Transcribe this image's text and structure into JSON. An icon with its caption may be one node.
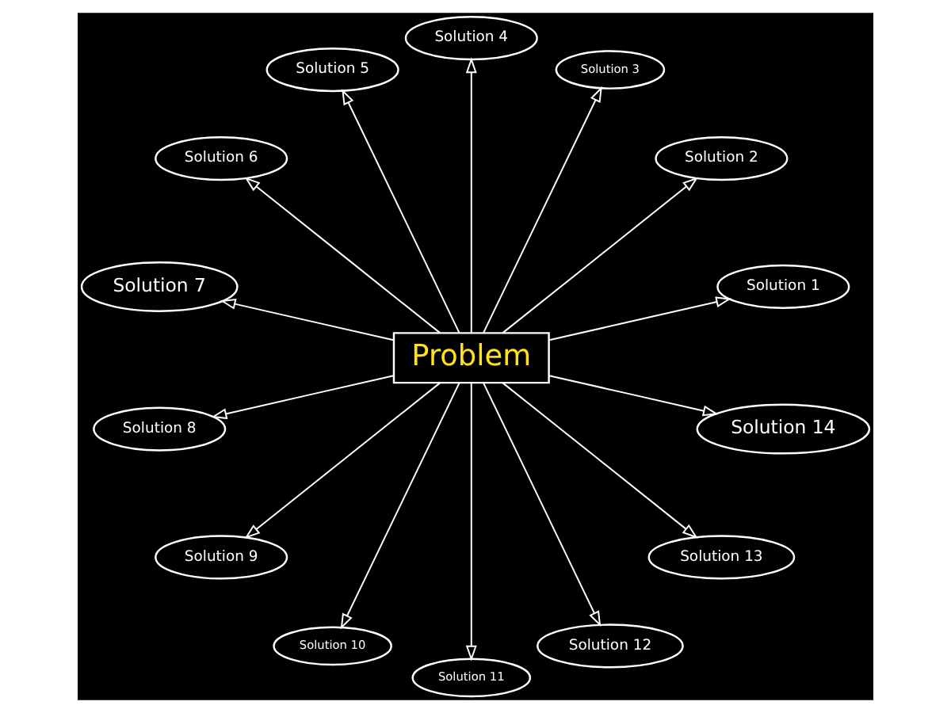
{
  "diagram": {
    "nodes": [
      {
        "text": [
          "Problem"
        ]
      },
      {
        "text": [
          "Solution 1"
        ]
      },
      {
        "text": [
          "Solution 2"
        ]
      },
      {
        "text": [
          "Solution 3"
        ]
      },
      {
        "text": [
          "Solution 4"
        ]
      },
      {
        "text": [
          "Solution 5"
        ]
      },
      {
        "text": [
          "Solution 6"
        ]
      },
      {
        "text": [
          "Solution 7"
        ]
      },
      {
        "text": [
          "Solution 8"
        ]
      },
      {
        "text": [
          "Solution 9"
        ]
      },
      {
        "text": [
          "Solution 10"
        ]
      },
      {
        "text": [
          "Solution 11"
        ]
      },
      {
        "text": [
          "Solution 12"
        ]
      },
      {
        "text": [
          "Solution 13"
        ]
      },
      {
        "text": [
          "Solution 14"
        ]
      }
    ],
    "edges": [
      {
        "from": 0,
        "to": 1,
        "arrow": "to"
      },
      {
        "from": 0,
        "to": 2,
        "arrow": "to"
      },
      {
        "from": 0,
        "to": 3,
        "arrow": "to"
      },
      {
        "from": 0,
        "to": 4,
        "arrow": "to"
      },
      {
        "from": 0,
        "to": 5,
        "arrow": "to"
      },
      {
        "from": 0,
        "to": 6,
        "arrow": "to"
      },
      {
        "from": 0,
        "to": 7,
        "arrow": "to"
      },
      {
        "from": 0,
        "to": 8,
        "arrow": "to"
      },
      {
        "from": 0,
        "to": 9,
        "arrow": "to"
      },
      {
        "from": 0,
        "to": 10,
        "arrow": "to"
      },
      {
        "from": 0,
        "to": 11,
        "arrow": "to"
      },
      {
        "from": 0,
        "to": 12,
        "arrow": "to"
      },
      {
        "from": 0,
        "to": 13,
        "arrow": "to"
      },
      {
        "from": 0,
        "to": 14,
        "arrow": "to"
      }
    ]
  }
}
